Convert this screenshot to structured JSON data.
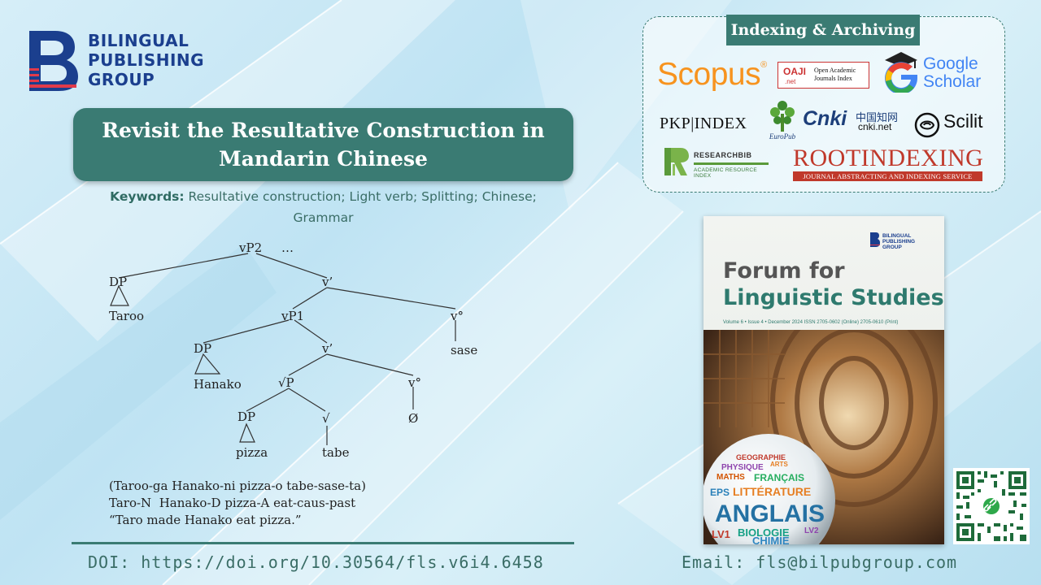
{
  "publisher": {
    "logo_letter": "B",
    "name_line1": "BILINGUAL",
    "name_line2": "PUBLISHING",
    "name_line3": "GROUP"
  },
  "article": {
    "title_line1": "Revisit the Resultative Construction in",
    "title_line2": "Mandarin Chinese",
    "keywords_label": "Keywords:",
    "keywords_text": "Resultative construction; Light verb; Splitting; Chinese;",
    "keywords_text_line2": "Grammar"
  },
  "tree": {
    "root": "vP2",
    "ellipsis": "…",
    "dp_taroo": "DP",
    "taroo": "Taroo",
    "vbar1": "v’",
    "vp1": "vP1",
    "v1": "v°",
    "sase": "sase",
    "dp_hanako": "DP",
    "hanako": "Hanako",
    "vbar2": "v’",
    "rootp": "√P",
    "v2": "v°",
    "null": "Ø",
    "dp_pizza": "DP",
    "sqrt": "√",
    "pizza": "pizza",
    "tabe": "tabe"
  },
  "gloss": {
    "line1": "(Taroo-ga Hanako-ni pizza-o tabe-sase-ta)",
    "line2": "Taro-N  Hanako-D pizza-A eat-caus-past",
    "line3": "“Taro made Hanako eat pizza.”"
  },
  "footer": {
    "doi": "DOI: https://doi.org/10.30564/fls.v6i4.6458",
    "email": "Email: fls@bilpubgroup.com"
  },
  "indexing": {
    "title": "Indexing & Archiving",
    "scopus": "Scopus",
    "scopus_reg": "®",
    "oaji_abbr": "OAJI",
    "oaji_net": ".net",
    "oaji_name_line1": "Open Academic",
    "oaji_name_line2": "Journals Index",
    "google": "Google",
    "scholar": "Scholar",
    "pkp": "PKP|INDEX",
    "europub": "EuroPub",
    "cnki": "Cnki",
    "cnki_cn": "中国知网",
    "cnki_net": "cnki.net",
    "scilit": "Scilit",
    "researchbib_line1": "RESEARCHBIB",
    "researchbib_line2": "ACADEMIC RESOURCE INDEX",
    "root_title": "ROOTINDEXING",
    "root_sub": "JOURNAL ABSTRACTING AND INDEXING SERVICE"
  },
  "cover": {
    "logo_line1": "BILINGUAL",
    "logo_line2": "PUBLISHING",
    "logo_line3": "GROUP",
    "title_line1": "Forum for",
    "title_line2": "Linguistic Studies",
    "volume": "Volume 6 • Issue 4 • December  2024  ISSN   2705-0602 (Online) 2705-0610 (Print)",
    "words": [
      "GEOGRAPHIE",
      "PHYSIQUE",
      "ARTS",
      "MATHS",
      "FRANÇAIS",
      "EPS",
      "LITTÉRATURE",
      "ANGLAIS",
      "LV1",
      "BIOLOGIE",
      "LV2",
      "CHIMIE"
    ]
  },
  "colors": {
    "accent": "#3a7b73",
    "brand_blue": "#1b3f8e",
    "scopus_orange": "#f7931e",
    "root_red": "#c0392b"
  }
}
